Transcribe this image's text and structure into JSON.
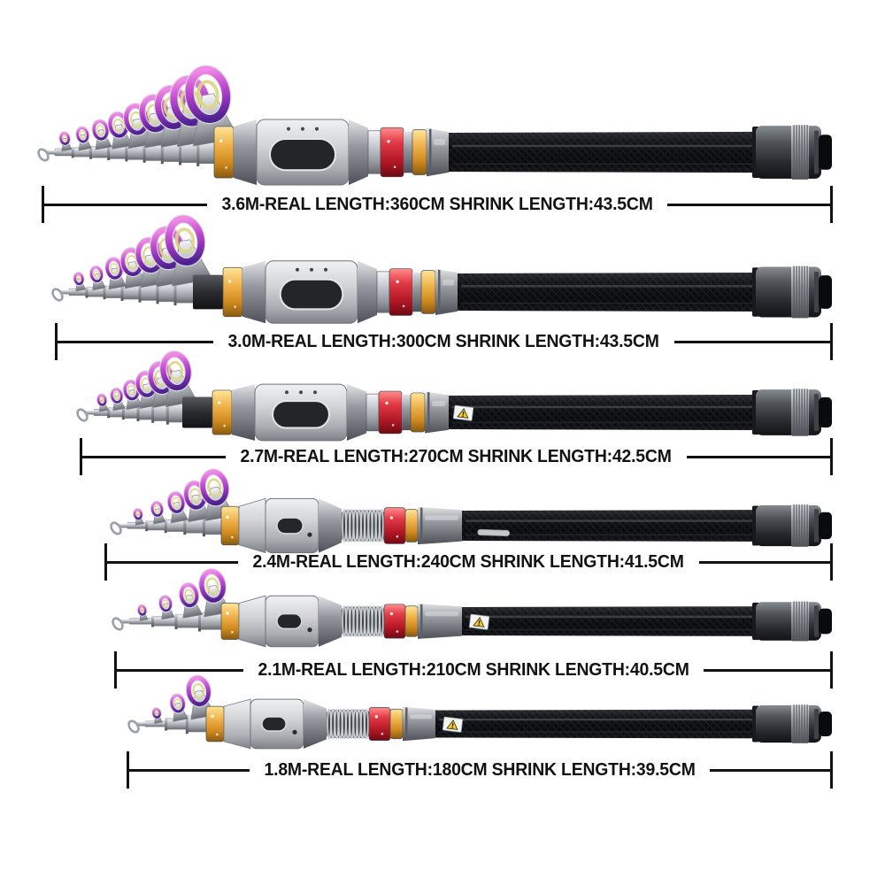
{
  "image": {
    "type": "product-size-comparison",
    "subject": "telescopic fishing rods",
    "background": "#ffffff",
    "rod_count": 6
  },
  "rods": [
    {
      "size": "3.6M",
      "real_length_cm": "360CM",
      "shrink_length_cm": "43.5CM",
      "guide_count": 9,
      "label": "3.6M-REAL LENGTH:360CM SHRINK LENGTH:43.5CM"
    },
    {
      "size": "3.0M",
      "real_length_cm": "300CM",
      "shrink_length_cm": "43.5CM",
      "guide_count": 7,
      "label": "3.0M-REAL LENGTH:300CM SHRINK LENGTH:43.5CM"
    },
    {
      "size": "2.7M",
      "real_length_cm": "270CM",
      "shrink_length_cm": "42.5CM",
      "guide_count": 6,
      "label": "2.7M-REAL LENGTH:270CM SHRINK LENGTH:42.5CM"
    },
    {
      "size": "2.4M",
      "real_length_cm": "240CM",
      "shrink_length_cm": "41.5CM",
      "guide_count": 5,
      "label": "2.4M-REAL LENGTH:240CM SHRINK LENGTH:41.5CM"
    },
    {
      "size": "2.1M",
      "real_length_cm": "210CM",
      "shrink_length_cm": "40.5CM",
      "guide_count": 4,
      "label": "2.1M-REAL LENGTH:210CM SHRINK LENGTH:40.5CM"
    },
    {
      "size": "1.8M",
      "real_length_cm": "180CM",
      "shrink_length_cm": "39.5CM",
      "guide_count": 3,
      "label": "1.8M-REAL LENGTH:180CM SHRINK LENGTH:39.5CM"
    }
  ],
  "colors": {
    "accent_gold": "#e2a43c",
    "accent_red": "#c92433",
    "blank_black": "#101114",
    "chrome_silver": "#c7cbd0",
    "guide_ring_purple": "#a93fc4",
    "dimension_line": "#121212",
    "text": "#121212"
  }
}
